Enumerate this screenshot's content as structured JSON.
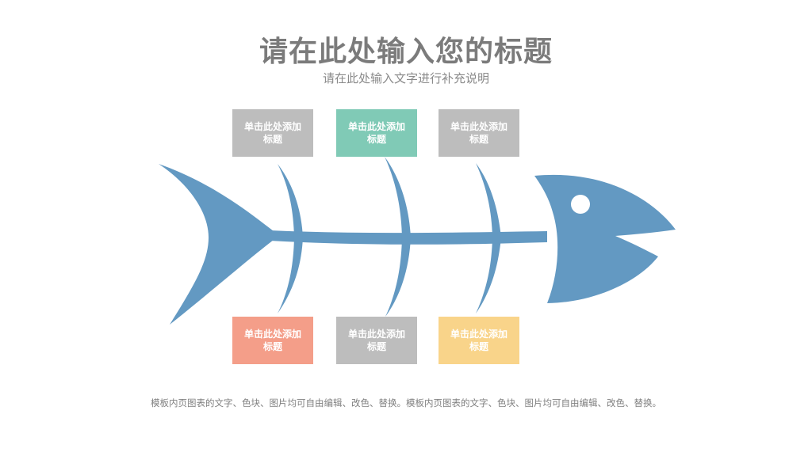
{
  "title": "请在此处输入您的标题",
  "subtitle": "请在此处输入文字进行补充说明",
  "boxes": [
    {
      "label": "单击此处添加标题",
      "color": "#bdbdbd"
    },
    {
      "label": "单击此处添加标题",
      "color": "#80cab6"
    },
    {
      "label": "单击此处添加标题",
      "color": "#bdbdbd"
    },
    {
      "label": "单击此处添加标题",
      "color": "#f49e89"
    },
    {
      "label": "单击此处添加标题",
      "color": "#bdbdbd"
    },
    {
      "label": "单击此处添加标题",
      "color": "#f9d48a"
    }
  ],
  "fish_color": "#6399c2",
  "footer": "模板内页图表的文字、色块、图片均可自由编辑、改色、替换。模板内页图表的文字、色块、图片均可自由编辑、改色、替换。"
}
